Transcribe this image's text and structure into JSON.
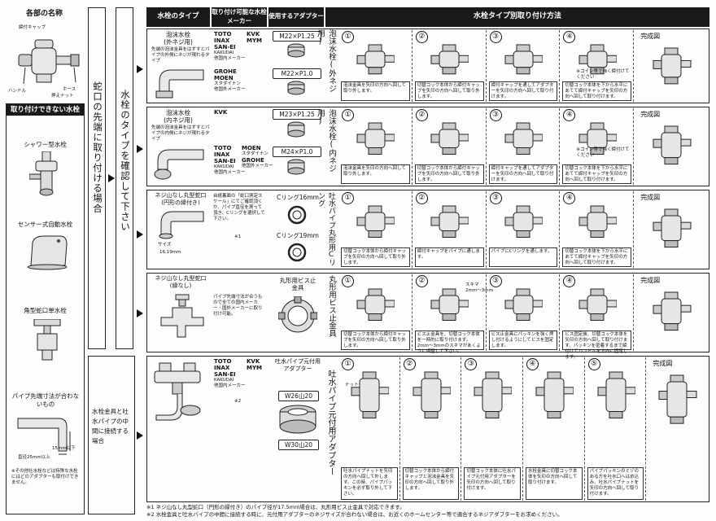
{
  "left": {
    "parts_title": "各部の名称",
    "parts_labels": {
      "cap": "締付キャップ",
      "handle": "ハンドル",
      "hose": "ホース",
      "nut": "押えナット"
    },
    "ng_title": "取り付けできない水栓",
    "ng_items": [
      "シャワー型水栓",
      "センサー式自動水栓",
      "角型蛇口単水栓",
      "パイプ先端寸法が合わないもの"
    ],
    "pipe_dims": {
      "a": "直径25mm以上",
      "b": "15mm以下"
    },
    "note": "※その他社水栓などは特殊な水栓にはどのアダプターも取付けできません。"
  },
  "col1": {
    "top": "蛇口の先端に取り付ける場合",
    "bottom": "水栓金具と吐水パイプの中間に接続する場合"
  },
  "col2": {
    "text": "水栓のタイプを確認して下さい"
  },
  "headers": {
    "type": "水栓のタイプ",
    "maker": "取り付け可能な水栓メーカー",
    "adapter": "使用するアダプター",
    "method": "水栓タイプ別取り付け方法"
  },
  "rows": [
    {
      "type_title": "泡沫水栓\n(外ネジ用)",
      "type_desc": "先端の泡沫金具をはずすとパイプの外側にネジが現れるタイプ",
      "makers_a": [
        "TOTO",
        "INAX",
        "SAN-EI",
        "KAKUDAI",
        "他国内メーカー"
      ],
      "makers_b": [
        "KVK",
        "MYM"
      ],
      "makers_c": [
        "GROHE",
        "MOEN",
        "スタダイナン",
        "他国外メーカー"
      ],
      "adapters": [
        "M22×P1.25",
        "M22×P1.0"
      ],
      "category": "泡沫水栓(外ネジ用)",
      "steps": [
        "泡沫金具を矢印の方向へ回して取り外します。",
        "切替コック本体から締付キャップを矢印の方向へ回して取り外します。",
        "締付キャップを通してアダプターを矢印の方向へ回して取り付けます。",
        "切替コック本体を下から水平にあてて締付キャップを矢印の方向へ回して取り付けます。"
      ],
      "step_note": "※コイン等で強く締付けてください",
      "final": "完成図"
    },
    {
      "type_title": "泡沫水栓\n(内ネジ用)",
      "type_desc": "先端の泡沫金具をはずすとパイプの内側にネジが現れるタイプ",
      "makers_a": [
        "TOTO",
        "INAX",
        "SAN-EI",
        "KAKUDAI",
        "他国内メーカー"
      ],
      "makers_b": [
        "KVK"
      ],
      "makers_c": [
        "MOEN",
        "スタダイナン",
        "GROHE",
        "他国外メーカー"
      ],
      "adapters": [
        "M23×P1.25",
        "M24×P1.0"
      ],
      "category": "泡沫水栓(内ネジ用)",
      "steps": [
        "泡沫金具を矢印の方向へ回して取り外します。",
        "切替コック本体から締付キャップを矢印の方向へ回して取り外します。",
        "締付キャップを通してアダプターを矢印の方向へ回して取り付けます。",
        "切替コック本体を下から水平にあてて締付キャップを矢印の方向へ回して取り付けます。"
      ],
      "step_note": "※コイン等で強く締付けてください",
      "final": "完成図"
    },
    {
      "type_title": "ネジ山なし丸型蛇口\n(円形の縁付き)",
      "type_desc": "台紙裏面の「蛇口測定スケール」にてご確認頂くか、パイプ直径を測って頂き、Cリングを選択して下さい。",
      "size_label": "サイズ",
      "size_value": "16,19mm",
      "note_ref": "※1",
      "adapters": [
        "Cリング16mm",
        "Cリング19mm"
      ],
      "category": "吐水パイプ丸形用Cリング",
      "steps": [
        "切替コック本体から締付キャップを矢印の方向へ回して取り外します。",
        "締付キャップをパイプに通します。",
        "パイプにCリングを通します。",
        "切替コック本体を下から水平にあてて締付キャップを矢印の方向へ回して取り付けます。"
      ],
      "final": "完成図"
    },
    {
      "type_title": "ネジ山なし丸型蛇口\n(縁なし)",
      "type_desc": "パイプ先端寸法が合うもので全ての国内メーカー・国外メーカーに取り付け可能。",
      "adapters": [
        "丸形用ビス止金具"
      ],
      "category": "丸形用ビス止金具",
      "steps": [
        "切替コック本体から締付キャップを矢印の方向へ回して取り外します。",
        "ビス止金具を、切替コック本体を一時的に取り付けます。2mm〜3mmのスキマがあくように調整して下さい。",
        "ビス止金具にパッキンを強く押し付けるようにしてビスを固定します。",
        "ビス固定後、切替コック本体を矢印の方向へ回して取り付けます。パッキンを密着するまで締付けてハンドルを方向に固定します。"
      ],
      "gap": "スキマ\n2mm〜3mm",
      "final": "完成図"
    },
    {
      "makers_a": [
        "TOTO",
        "INAX",
        "SAN-EI",
        "KAKUDAI",
        "他国内メーカー"
      ],
      "makers_b": [
        "KVK",
        "MYM"
      ],
      "note_ref": "※2",
      "adapter_title": "吐水パイプ元付用アダプター",
      "adapters": [
        "W26山20",
        "W30山20"
      ],
      "category": "吐水パイプ元付用アダプター",
      "steps": [
        "吐水パイプナットを矢印の方向へ回して外します。この時、パイプパッキンを必ず取り外して下さい。",
        "切替コック本体から締付キャップと泡沫金具を矢印の方向へ回して取り外します。",
        "切替コック本体に吐水パイプ元付用アダプターを矢印の方向へ回して取り付けます。",
        "水栓金具に切替コック本体を矢印の方向へ回して取り付けます。",
        "パイプパッキンのミゾのある方を吐水口へはめ込み、吐水パイプナットを矢印の方向へ回して取り付けます。"
      ],
      "nut_label": "ナット",
      "final": "完成図"
    }
  ],
  "footnotes": [
    "※1 ネジ山なし丸型蛇口（円形の縁付き）のパイプ径が17.5mm場合は、丸形用ビス止金具で対応できます。",
    "※2 水栓金具と吐水パイプの中間に接続する時に、元付用アダプターのネジサイズが合わない場合は、お近くのホームセンター等で適合するネジアダプターをお求めください。"
  ],
  "step_numbers": [
    "①",
    "②",
    "③",
    "④",
    "⑤"
  ]
}
